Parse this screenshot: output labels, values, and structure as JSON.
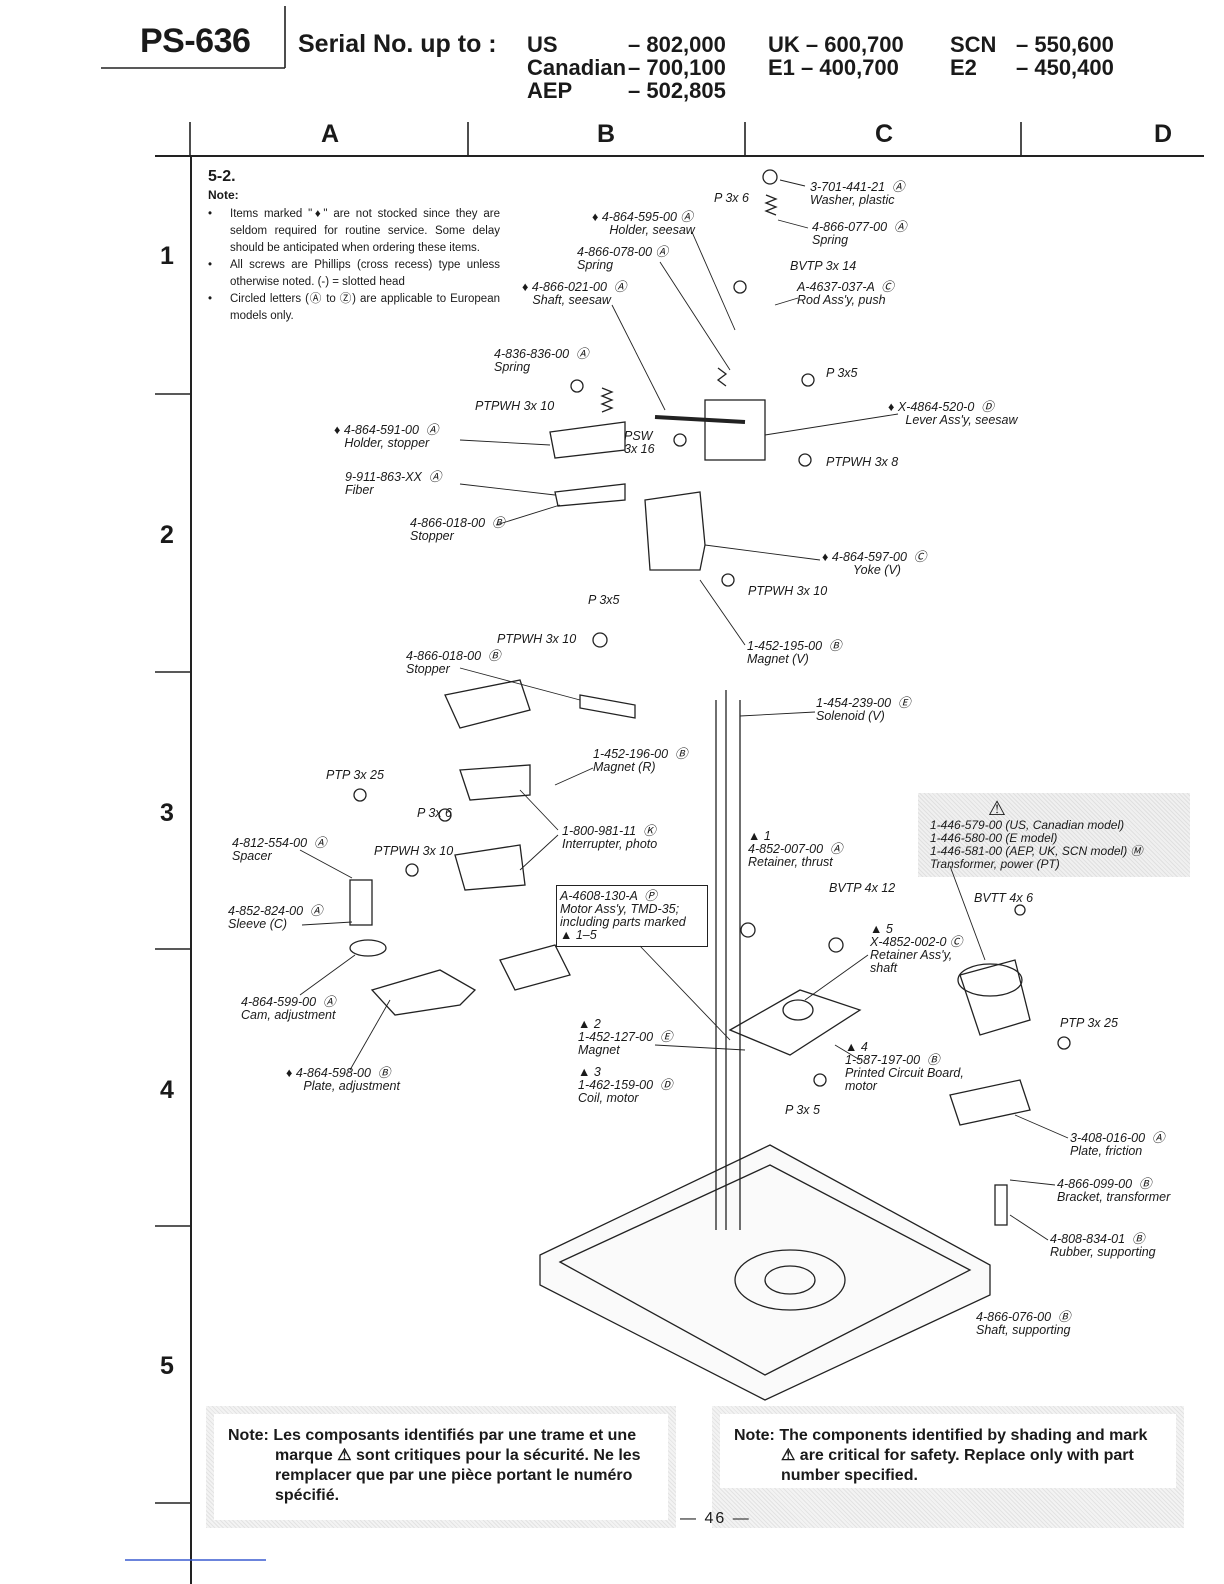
{
  "header": {
    "model": "PS-636",
    "serial_label": "Serial No. up to :",
    "rows": [
      [
        "US",
        "– 802,000",
        "UK – 600,700",
        "SCN",
        "– 550,600"
      ],
      [
        "Canadian",
        "– 700,100",
        "E1 – 400,700",
        "E2",
        "– 450,400"
      ],
      [
        "AEP",
        "– 502,805",
        "",
        "",
        ""
      ]
    ]
  },
  "grid": {
    "columns": [
      "A",
      "B",
      "C",
      "D"
    ],
    "rows": [
      "1",
      "2",
      "3",
      "4",
      "5"
    ]
  },
  "section": {
    "title": "5-2.",
    "note_title": "Note:",
    "notes": [
      "Items marked \"♦\" are not stocked since they are seldom required for routine service. Some delay should be anticipated when ordering these items.",
      "All screws are Phillips (cross recess) type unless otherwise noted. (-) = slotted head",
      "Circled letters (Ⓐ to Ⓩ) are applicable to European models only."
    ],
    "bullet": "•"
  },
  "labels": {
    "p3x6_top": "P 3x 6",
    "washer": "3-701-441-21  Ⓐ\nWasher, plastic",
    "spring_c1": "4-866-077-00  Ⓐ\nSpring",
    "holder_seesaw": "♦ 4-864-595-00 Ⓐ\n     Holder, seesaw",
    "spring_b1": "4-866-078-00 Ⓐ\nSpring",
    "bvtp3x14": "BVTP 3x 14",
    "shaft_seesaw": "♦ 4-866-021-00  Ⓐ\n   Shaft, seesaw",
    "rod_push": "A-4637-037-A  Ⓒ\nRod Ass'y, push",
    "spring_b2": "4-836-836-00  Ⓐ\nSpring",
    "p3x5_c": "P 3x5",
    "ptpwh3x10_a": "PTPWH 3x 10",
    "lever_seesaw": "♦ X-4864-520-0  Ⓓ\n     Lever Ass'y, seesaw",
    "holder_stopper": "♦ 4-864-591-00  Ⓐ\n   Holder, stopper",
    "psw": "PSW\n3x 16",
    "ptpwh3x8": "PTPWH 3x 8",
    "fiber": "9-911-863-XX  Ⓐ\nFiber",
    "stopper1": "4-866-018-00  Ⓑ\nStopper",
    "yoke": "♦ 4-864-597-00  Ⓒ\n         Yoke (V)",
    "ptpwh3x10_b": "PTPWH 3x 10",
    "p3x5_b": "P 3x5",
    "ptpwh3x10_c": "PTPWH 3x 10",
    "stopper2": "4-866-018-00  Ⓑ\nStopper",
    "magnet_v": "1-452-195-00  Ⓑ\nMagnet (V)",
    "solenoid": "1-454-239-00  Ⓔ\nSolenoid (V)",
    "magnet_r": "1-452-196-00  Ⓑ\nMagnet (R)",
    "ptp3x25_a": "PTP 3x 25",
    "p3x6_b": "P 3x 6",
    "interrupter": "1-800-981-11  Ⓚ\nInterrupter, photo",
    "spacer": "4-812-554-00  Ⓐ\nSpacer",
    "ptpwh3x10_d": "PTPWH 3x 10",
    "retainer_thrust": "▲ 1\n4-852-007-00  Ⓐ\nRetainer, thrust",
    "transformer": "1-446-579-00 (US, Canadian model)\n1-446-580-00 (E model)\n1-446-581-00 (AEP, UK, SCN model) Ⓜ\nTransformer, power (PT)",
    "bvtp4x12": "BVTP 4x 12",
    "bvtt4x6": "BVTT 4x 6",
    "sleeve": "4-852-824-00  Ⓐ\nSleeve (C)",
    "motor": "A-4608-130-A  Ⓟ\nMotor Ass'y, TMD-35;\nincluding parts marked\n▲ 1–5",
    "retainer_shaft": "▲ 5\nX-4852-002-0 Ⓒ\nRetainer Ass'y,\nshaft",
    "cam": "4-864-599-00  Ⓐ\nCam, adjustment",
    "ptp3x25_b": "PTP 3x 25",
    "magnet": "▲ 2\n1-452-127-00  Ⓔ\nMagnet",
    "pcb": "▲ 4\n1-587-197-00  Ⓑ\nPrinted Circuit Board,\nmotor",
    "plate_adj": "♦ 4-864-598-00  Ⓑ\n     Plate, adjustment",
    "coil": "▲ 3\n1-462-159-00  Ⓓ\nCoil, motor",
    "p3x5_d": "P 3x 5",
    "plate_friction": "3-408-016-00  Ⓐ\nPlate, friction",
    "bracket": "4-866-099-00  Ⓑ\nBracket, transformer",
    "rubber": "4-808-834-01  Ⓑ\nRubber, supporting",
    "shaft_supporting": "4-866-076-00  Ⓑ\nShaft, supporting"
  },
  "warning_mark": "⚠",
  "footer": {
    "note_fr_lead": "Note:",
    "note_fr": "Les composants identifiés par une trame et une marque ⚠ sont critiques pour la sécurité. Ne les remplacer que par une pièce portant le numéro spécifié.",
    "note_en_lead": "Note:",
    "note_en": "The components identified by shading and mark ⚠ are critical for safety. Replace only with part number specified.",
    "page_number": "— 46 —"
  }
}
